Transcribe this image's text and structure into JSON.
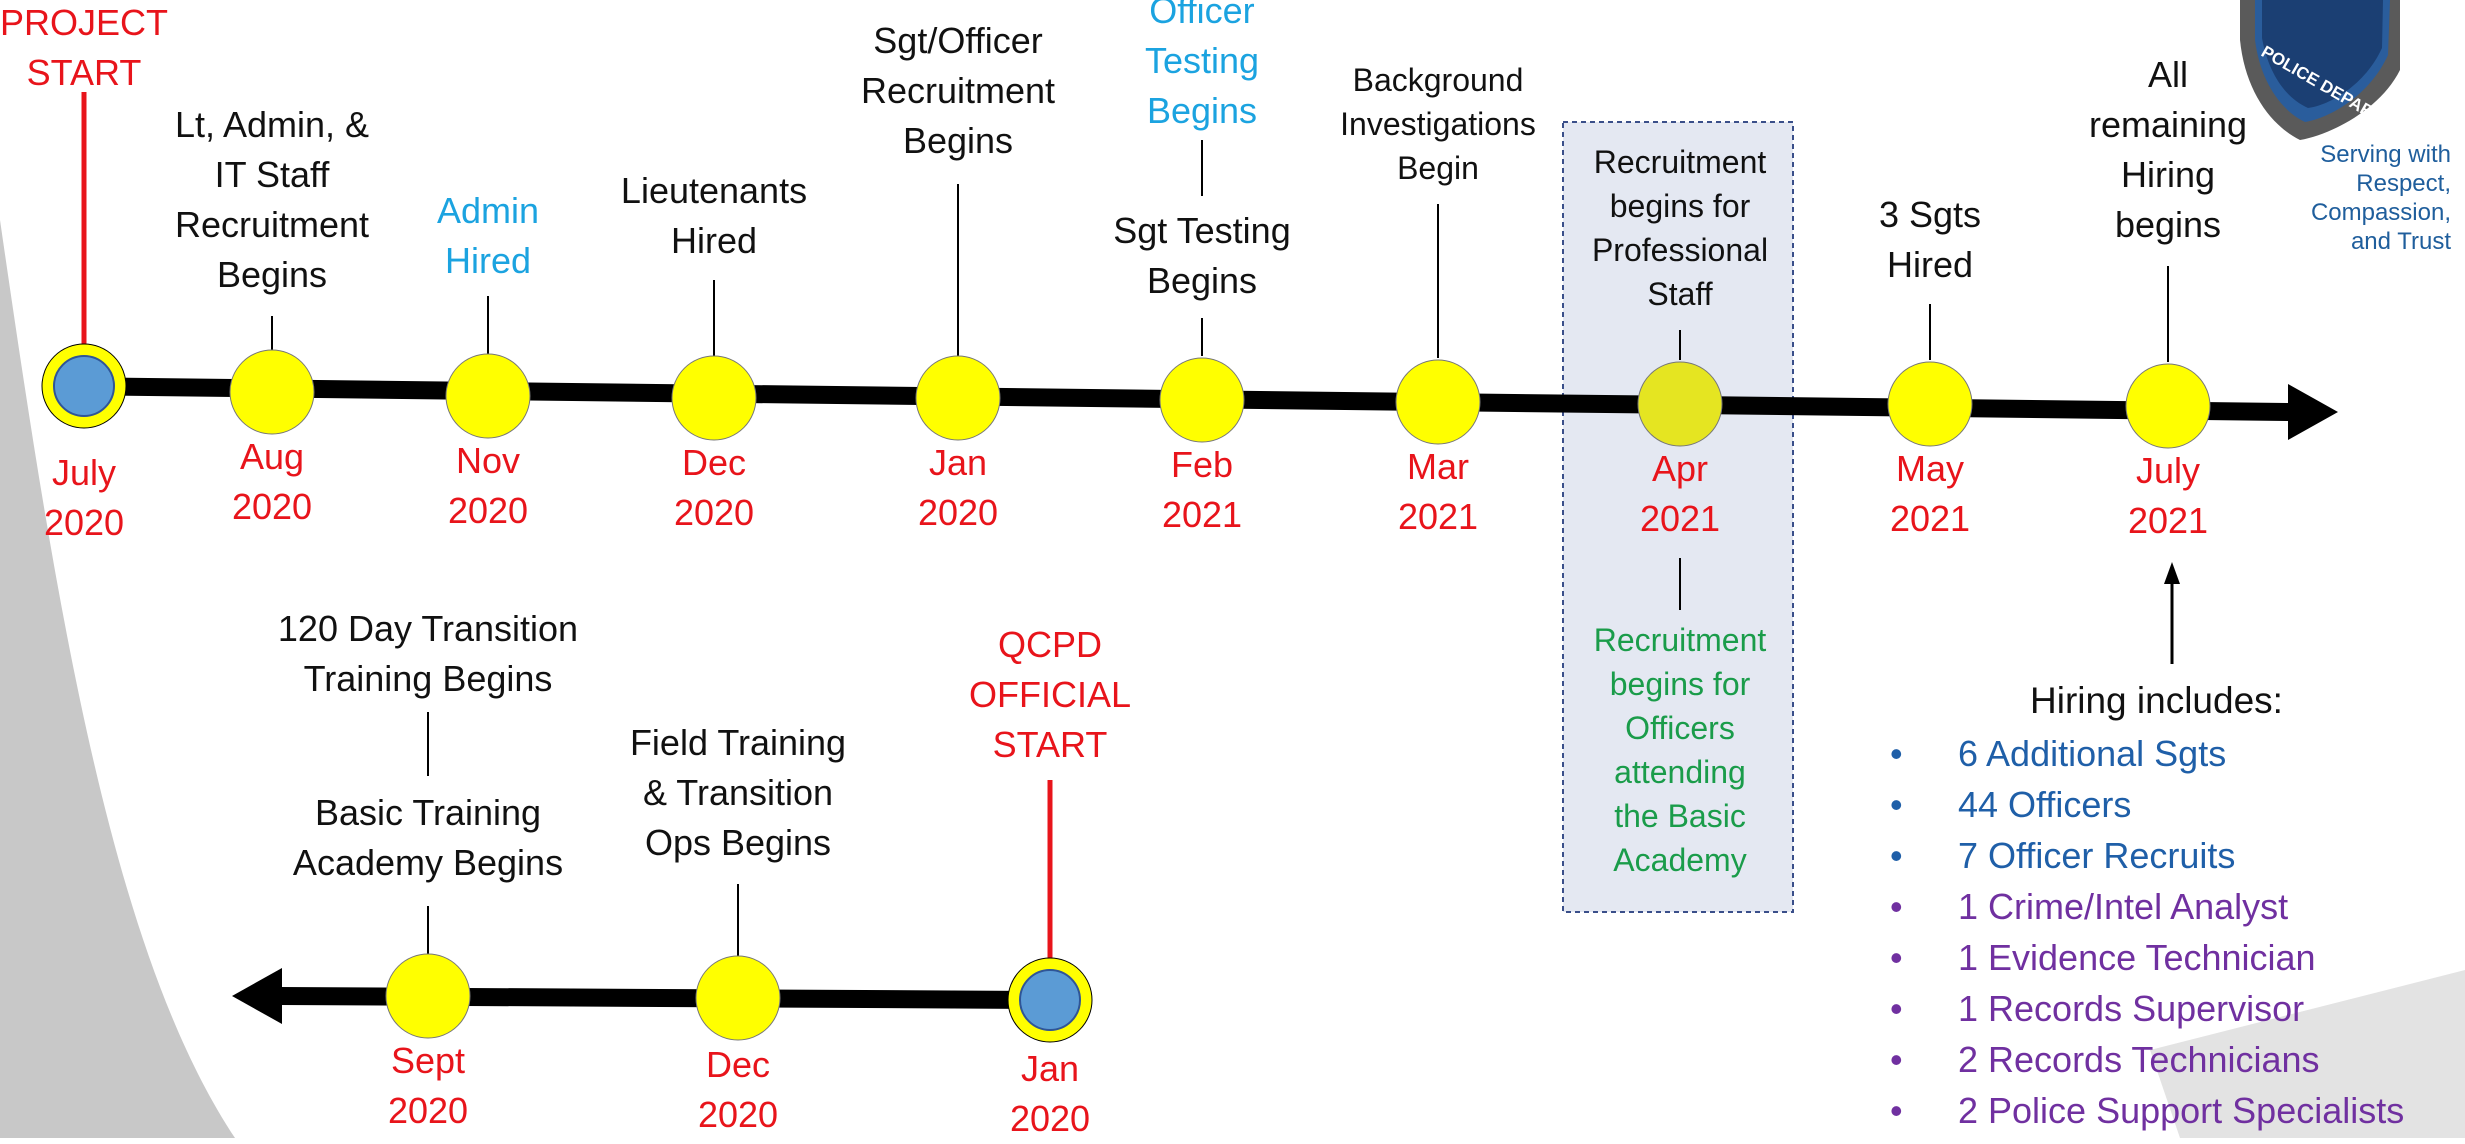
{
  "main_timeline": [
    {
      "id": "jul2020",
      "date": [
        "July",
        "2020"
      ],
      "label": [
        "PROJECT",
        "START"
      ],
      "label_color": "red",
      "marker": "blue"
    },
    {
      "id": "aug2020",
      "date": [
        "Aug",
        "2020"
      ],
      "label": [
        "Lt, Admin, &",
        "IT Staff",
        "Recruitment",
        "Begins"
      ],
      "label_color": "black",
      "marker": "yellow"
    },
    {
      "id": "nov2020",
      "date": [
        "Nov",
        "2020"
      ],
      "label": [
        "Admin",
        "Hired"
      ],
      "label_color": "cyan",
      "marker": "yellow"
    },
    {
      "id": "dec2020",
      "date": [
        "Dec",
        "2020"
      ],
      "label": [
        "Lieutenants",
        "Hired"
      ],
      "label_color": "black",
      "marker": "yellow"
    },
    {
      "id": "jan2020",
      "date": [
        "Jan",
        "2020"
      ],
      "label": [
        "Sgt/Officer",
        "Recruitment",
        "Begins"
      ],
      "label_color": "black",
      "marker": "yellow"
    },
    {
      "id": "feb2021",
      "date": [
        "Feb",
        "2021"
      ],
      "label": [
        "Sgt Testing",
        "Begins"
      ],
      "label_color": "black",
      "marker": "yellow",
      "extra_label": [
        "Officer",
        "Testing",
        "Begins"
      ],
      "extra_label_color": "cyan"
    },
    {
      "id": "mar2021",
      "date": [
        "Mar",
        "2021"
      ],
      "label": [
        "Background",
        "Investigations",
        "Begin"
      ],
      "label_color": "black",
      "marker": "yellow"
    },
    {
      "id": "apr2021",
      "date": [
        "Apr",
        "2021"
      ],
      "label": [
        "Recruitment",
        "begins for",
        "Professional",
        "Staff"
      ],
      "label_color": "black",
      "marker": "yellow-dim",
      "below_label": [
        "Recruitment",
        "begins for",
        "Officers",
        "attending",
        "the Basic",
        "Academy"
      ],
      "below_label_color": "green"
    },
    {
      "id": "may2021",
      "date": [
        "May",
        "2021"
      ],
      "label": [
        "3 Sgts",
        "Hired"
      ],
      "label_color": "black",
      "marker": "yellow"
    },
    {
      "id": "jul2021",
      "date": [
        "July",
        "2021"
      ],
      "label": [
        "All",
        "remaining",
        "Hiring",
        "begins"
      ],
      "label_color": "black",
      "marker": "yellow"
    }
  ],
  "lower_timeline": [
    {
      "id": "sept2020",
      "date": [
        "Sept",
        "2020"
      ],
      "label": [
        "Basic Training",
        "Academy Begins"
      ],
      "label_color": "black",
      "marker": "yellow",
      "extra_label": [
        "120 Day Transition",
        "Training Begins"
      ],
      "extra_label_color": "black"
    },
    {
      "id": "dec2020b",
      "date": [
        "Dec",
        "2020"
      ],
      "label": [
        "Field Training",
        "& Transition",
        "Ops Begins"
      ],
      "label_color": "black",
      "marker": "yellow"
    },
    {
      "id": "jan2020b",
      "date": [
        "Jan",
        "2020"
      ],
      "label": [
        "QCPD",
        "OFFICIAL",
        "START"
      ],
      "label_color": "red",
      "marker": "blue"
    }
  ],
  "motto": [
    "Serving with",
    "Respect,",
    "Compassion,",
    "and Trust"
  ],
  "logo_text": "POLICE DEPARTMENT",
  "hiring": {
    "title": "Hiring includes:",
    "bullet": "•",
    "items": [
      {
        "text": "6 Additional Sgts",
        "color": "blue"
      },
      {
        "text": "44 Officers",
        "color": "blue"
      },
      {
        "text": "7 Officer Recruits",
        "color": "blue"
      },
      {
        "text": "1 Crime/Intel Analyst",
        "color": "purple"
      },
      {
        "text": "1 Evidence Technician",
        "color": "purple"
      },
      {
        "text": "1 Records Supervisor",
        "color": "purple"
      },
      {
        "text": "2 Records Technicians",
        "color": "purple"
      },
      {
        "text": "2 Police Support Specialists",
        "color": "purple"
      }
    ]
  },
  "colors": {
    "red": "#e8141b",
    "yellow": "#ffff00",
    "marker_blue": "#5b9bd5",
    "highlight_box": "#e4e8f2",
    "blue_text": "#1f5fa8",
    "purple_text": "#7030a0",
    "green_text": "#1a9c4a",
    "cyan_text": "#1ba3e0"
  }
}
